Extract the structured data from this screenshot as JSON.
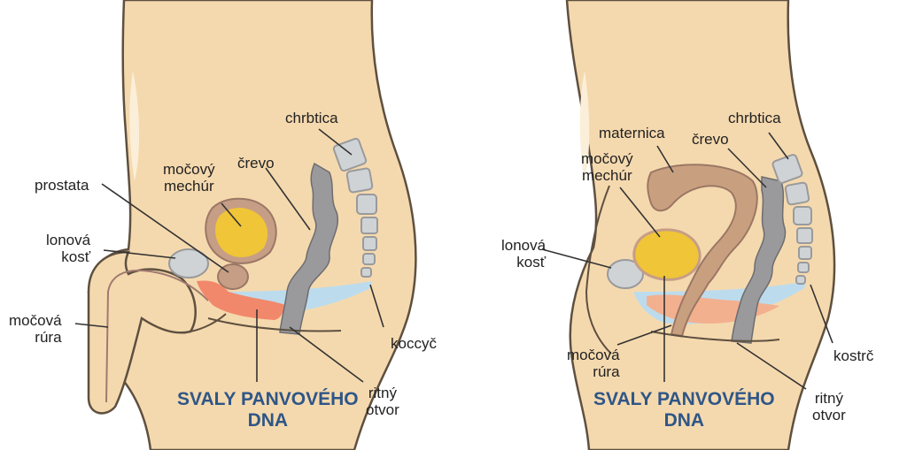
{
  "colors": {
    "skin": "#f5d9ae",
    "skin_outline": "#5e5040",
    "bladder_fill": "#f0c537",
    "bladder_ring": "#b08b74",
    "bone": "#cfd3d6",
    "intestine": "#9a9a9d",
    "muscle": "#f2886b",
    "muscle_light": "#f3b08f",
    "fascia": "#bcdcee",
    "uterus": "#c9a07f",
    "leader": "#333333",
    "title": "#2e5687"
  },
  "male": {
    "labels": {
      "spine": "chrbtica",
      "bladder": "močový\nmechúr",
      "intestine": "črevo",
      "prostate": "prostata",
      "pubic_bone": "lonová\nkosť",
      "urethra": "močová\nrúra",
      "coccyx": "koccyč",
      "anus": "ritný\notvor"
    },
    "title": "SVALY PANVOVÉHO\nDNA"
  },
  "female": {
    "labels": {
      "uterus": "maternica",
      "intestine": "črevo",
      "spine": "chrbtica",
      "bladder": "močový\nmechúr",
      "pubic_bone": "lonová\nkosť",
      "urethra": "močová\nrúra",
      "coccyx": "kostrč",
      "anus": "ritný\notvor"
    },
    "title": "SVALY PANVOVÉHO\nDNA"
  }
}
